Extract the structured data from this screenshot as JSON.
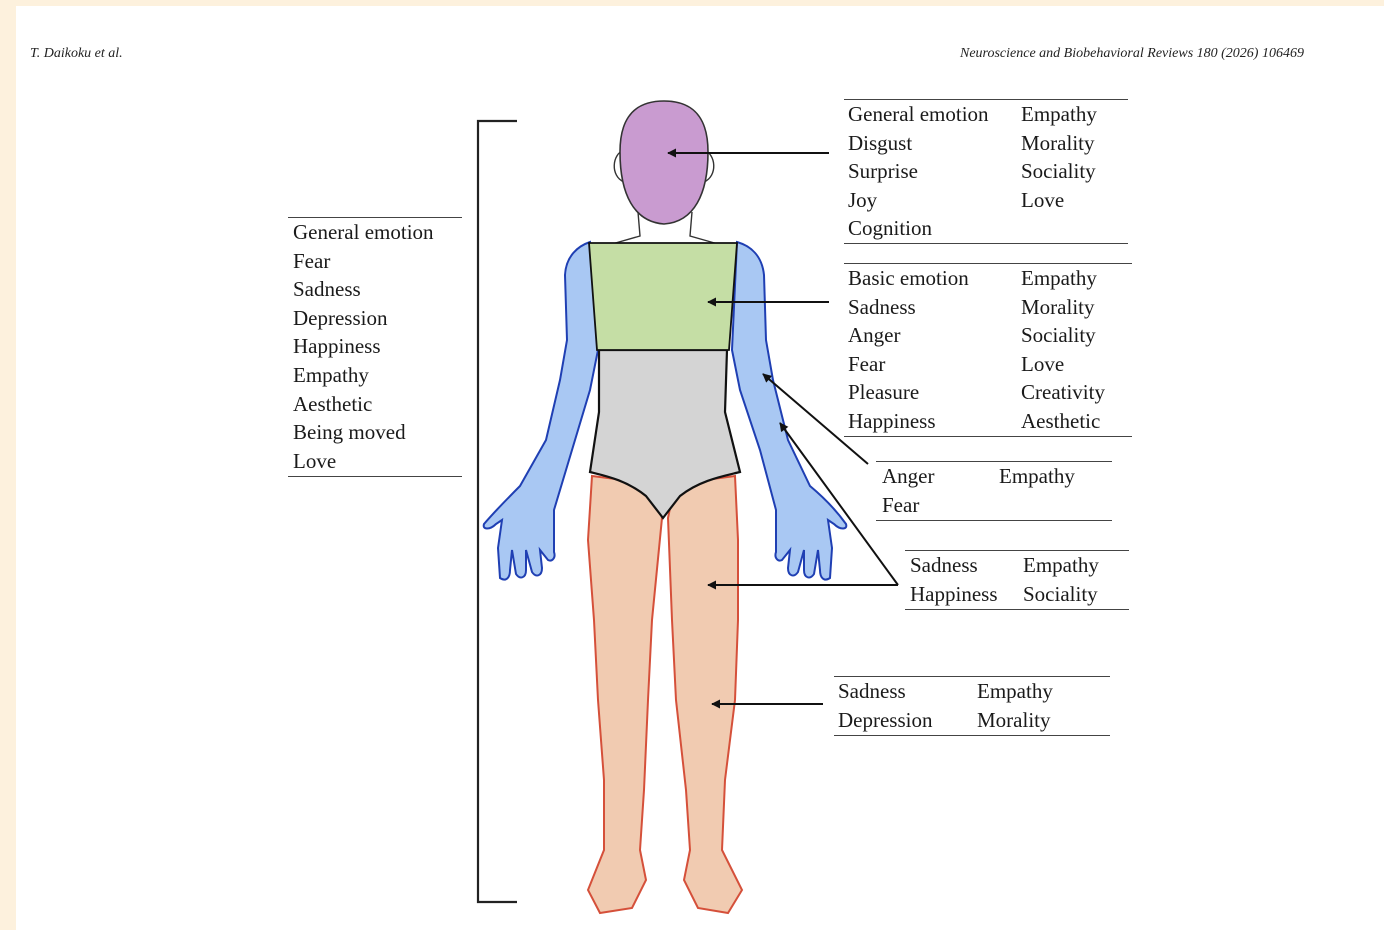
{
  "header": {
    "left": "T. Daikoku et al.",
    "right": "Neuroscience and Biobehavioral Reviews 180 (2026) 106469"
  },
  "whole_body": {
    "col1": [
      "General emotion",
      "Fear",
      "Sadness",
      "Depression",
      "Happiness",
      "Empathy",
      "Aesthetic",
      "Being moved",
      "Love"
    ]
  },
  "head": {
    "col1": [
      "General emotion",
      "Disgust",
      "Surprise",
      "Joy",
      "Cognition"
    ],
    "col2": [
      "Empathy",
      "Morality",
      "Sociality",
      "Love"
    ]
  },
  "chest": {
    "col1": [
      "Basic emotion",
      "Sadness",
      "Anger",
      "Fear",
      "Pleasure",
      "Happiness"
    ],
    "col2": [
      "Empathy",
      "Morality",
      "Sociality",
      "Love",
      "Creativity",
      "Aesthetic"
    ]
  },
  "arms": {
    "col1": [
      "Anger",
      "Fear"
    ],
    "col2": [
      "Empathy"
    ]
  },
  "thighs": {
    "col1": [
      "Sadness",
      "Happiness"
    ],
    "col2": [
      "Empathy",
      "Sociality"
    ]
  },
  "lower_legs": {
    "col1": [
      "Sadness",
      "Depression"
    ],
    "col2": [
      "Empathy",
      "Morality"
    ]
  },
  "colors": {
    "head": "#c99bd0",
    "chest": "#c5dea5",
    "abdomen": "#d4d4d4",
    "arms": "#a9c8f3",
    "legs": "#f1cbb1",
    "leg_outline": "#d5503a",
    "arm_outline": "#1f3fb3"
  }
}
